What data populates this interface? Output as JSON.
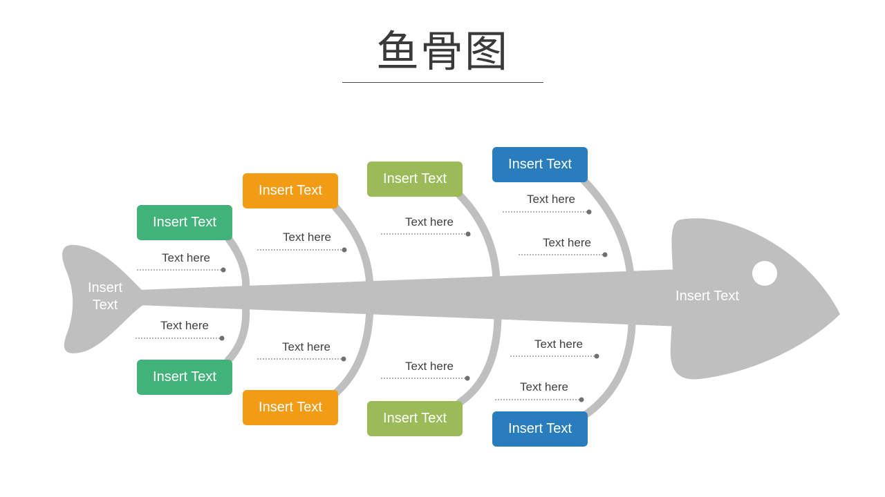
{
  "title": "鱼骨图",
  "tail_label": "Insert\nText",
  "head_label": "Insert Text",
  "colors": {
    "bone": "#bfbfbf",
    "green": "#41b27a",
    "orange": "#f29c16",
    "lime": "#9bbb59",
    "blue": "#2a7dbd"
  },
  "causes": [
    {
      "top_label": "Insert Text",
      "bottom_label": "Insert Text",
      "color": "#41b27a",
      "top_notes": [
        "Text here"
      ],
      "bottom_notes": [
        "Text here"
      ]
    },
    {
      "top_label": "Insert Text",
      "bottom_label": "Insert Text",
      "color": "#f29c16",
      "top_notes": [
        "Text here"
      ],
      "bottom_notes": [
        "Text here"
      ]
    },
    {
      "top_label": "Insert Text",
      "bottom_label": "Insert Text",
      "color": "#9bbb59",
      "top_notes": [
        "Text here"
      ],
      "bottom_notes": [
        "Text here"
      ]
    },
    {
      "top_label": "Insert Text",
      "bottom_label": "Insert Text",
      "color": "#2a7dbd",
      "top_notes": [
        "Text here",
        "Text here"
      ],
      "bottom_notes": [
        "Text here",
        "Text here"
      ]
    }
  ]
}
